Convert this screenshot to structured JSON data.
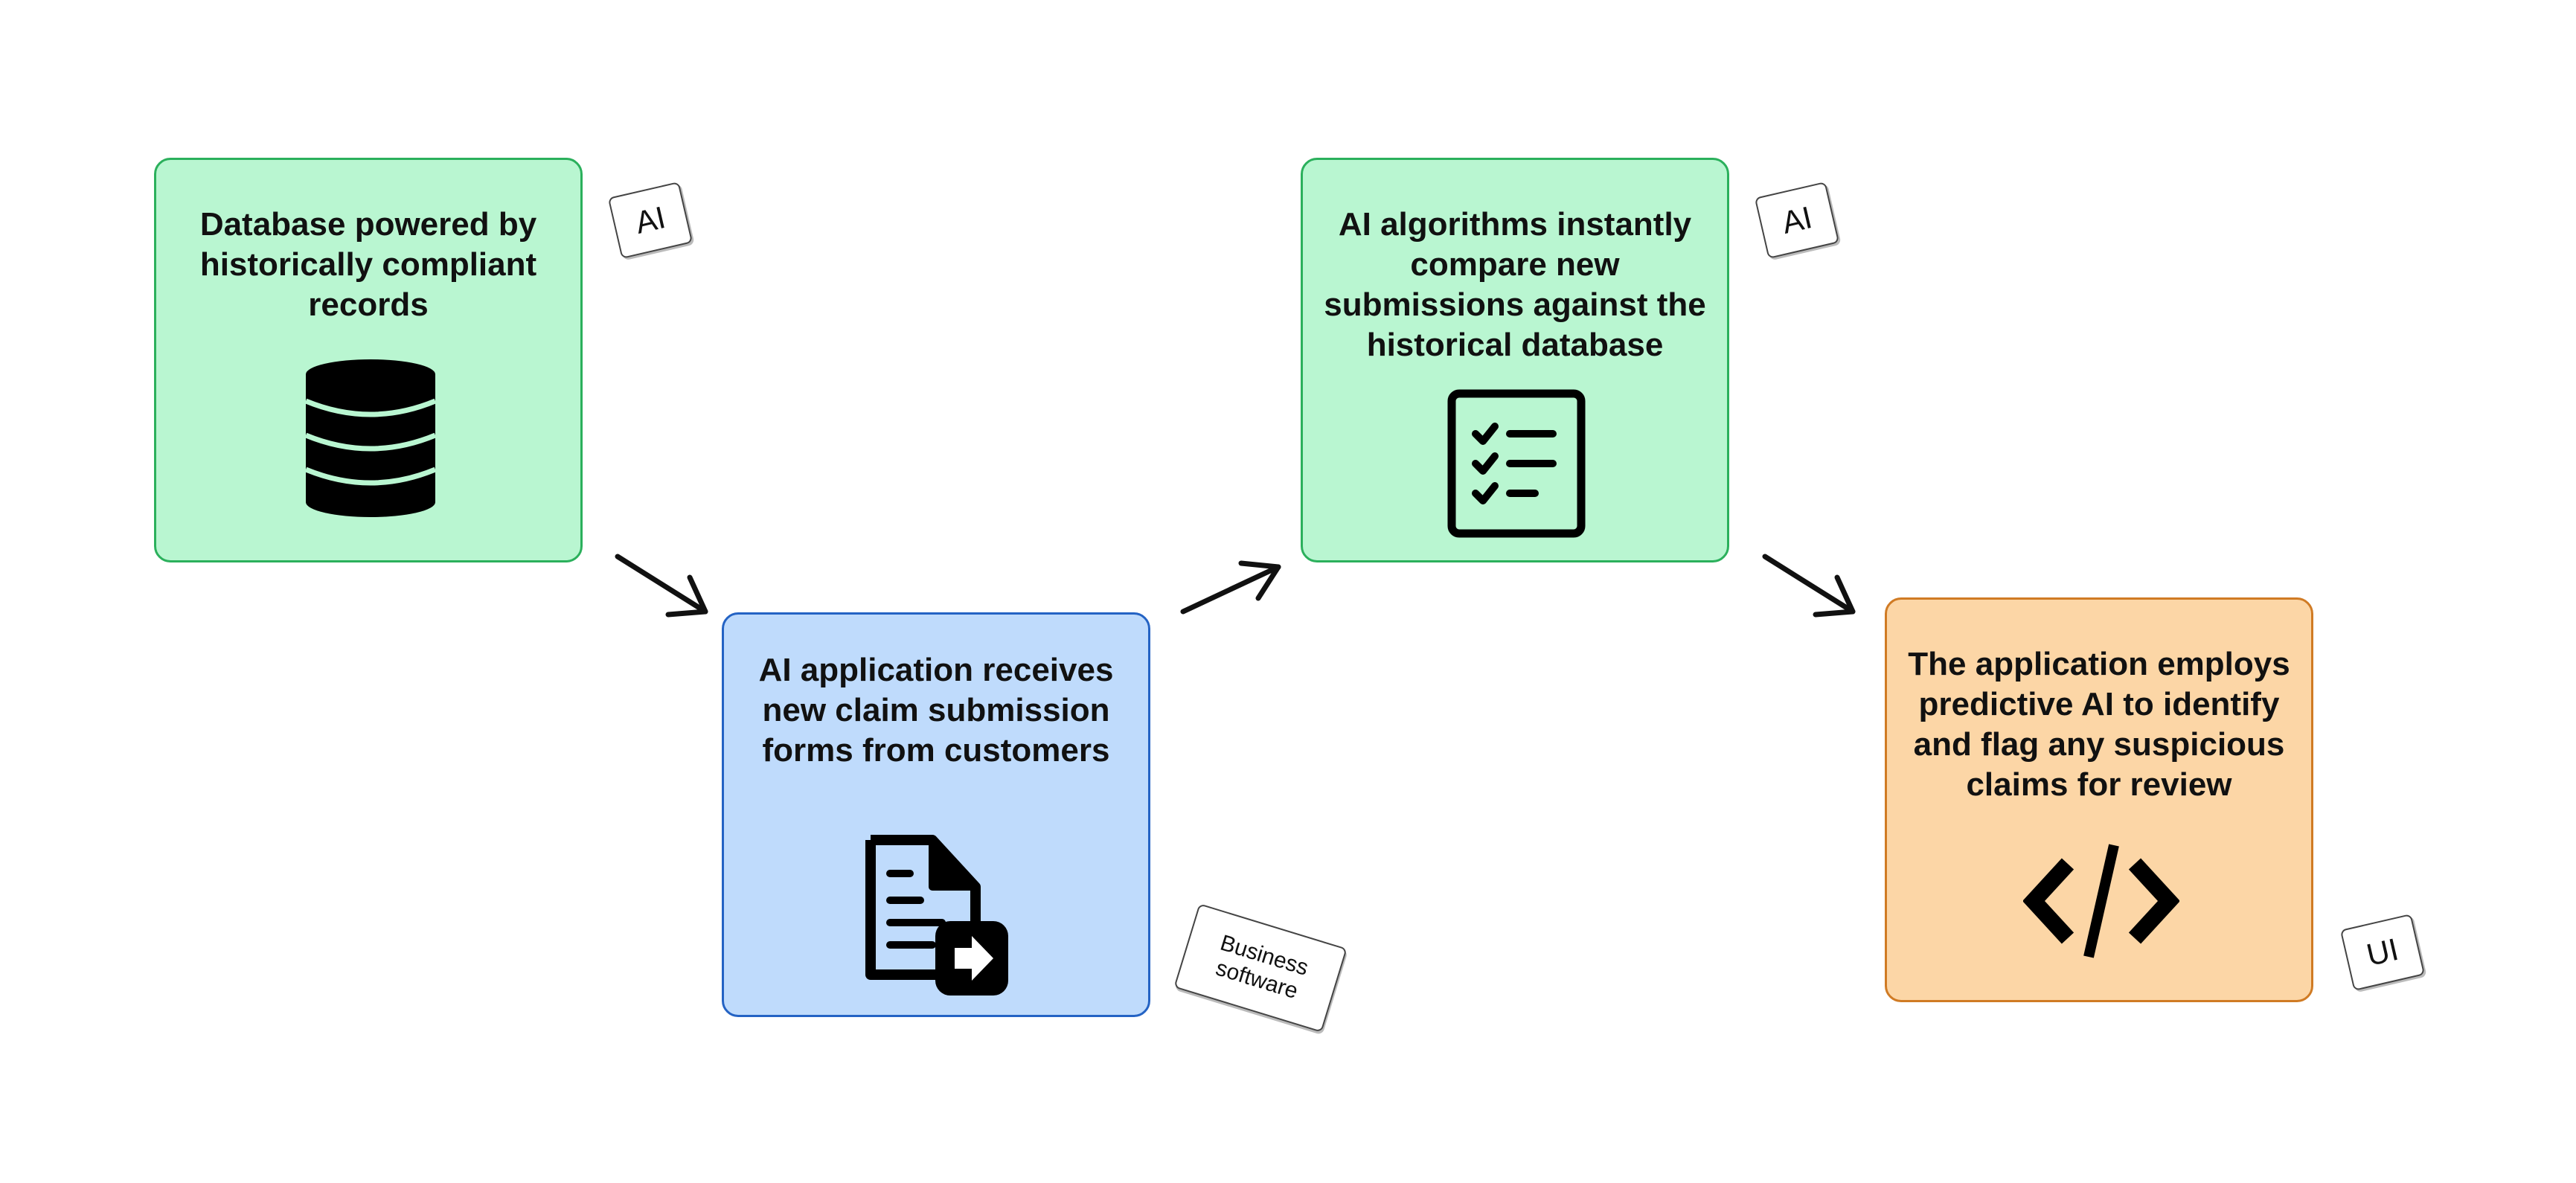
{
  "nodes": [
    {
      "id": "database",
      "label": "Database powered by historically compliant records",
      "tag": "AI",
      "icon": "database-icon",
      "color": "#b9f6d1"
    },
    {
      "id": "receive",
      "label": "AI application receives new claim submission forms from customers",
      "tag": "Business software",
      "icon": "document-import-icon",
      "color": "#bfdbfc"
    },
    {
      "id": "compare",
      "label": "AI algorithms instantly compare new submissions against the historical database",
      "tag": "AI",
      "icon": "checklist-icon",
      "color": "#b9f6d1"
    },
    {
      "id": "flag",
      "label": "The application employs predictive AI to identify and flag any suspicious claims for review",
      "tag": "UI",
      "icon": "code-icon",
      "color": "#fcd6a6"
    }
  ],
  "edges": [
    {
      "from": "database",
      "to": "receive"
    },
    {
      "from": "receive",
      "to": "compare"
    },
    {
      "from": "compare",
      "to": "flag"
    }
  ]
}
